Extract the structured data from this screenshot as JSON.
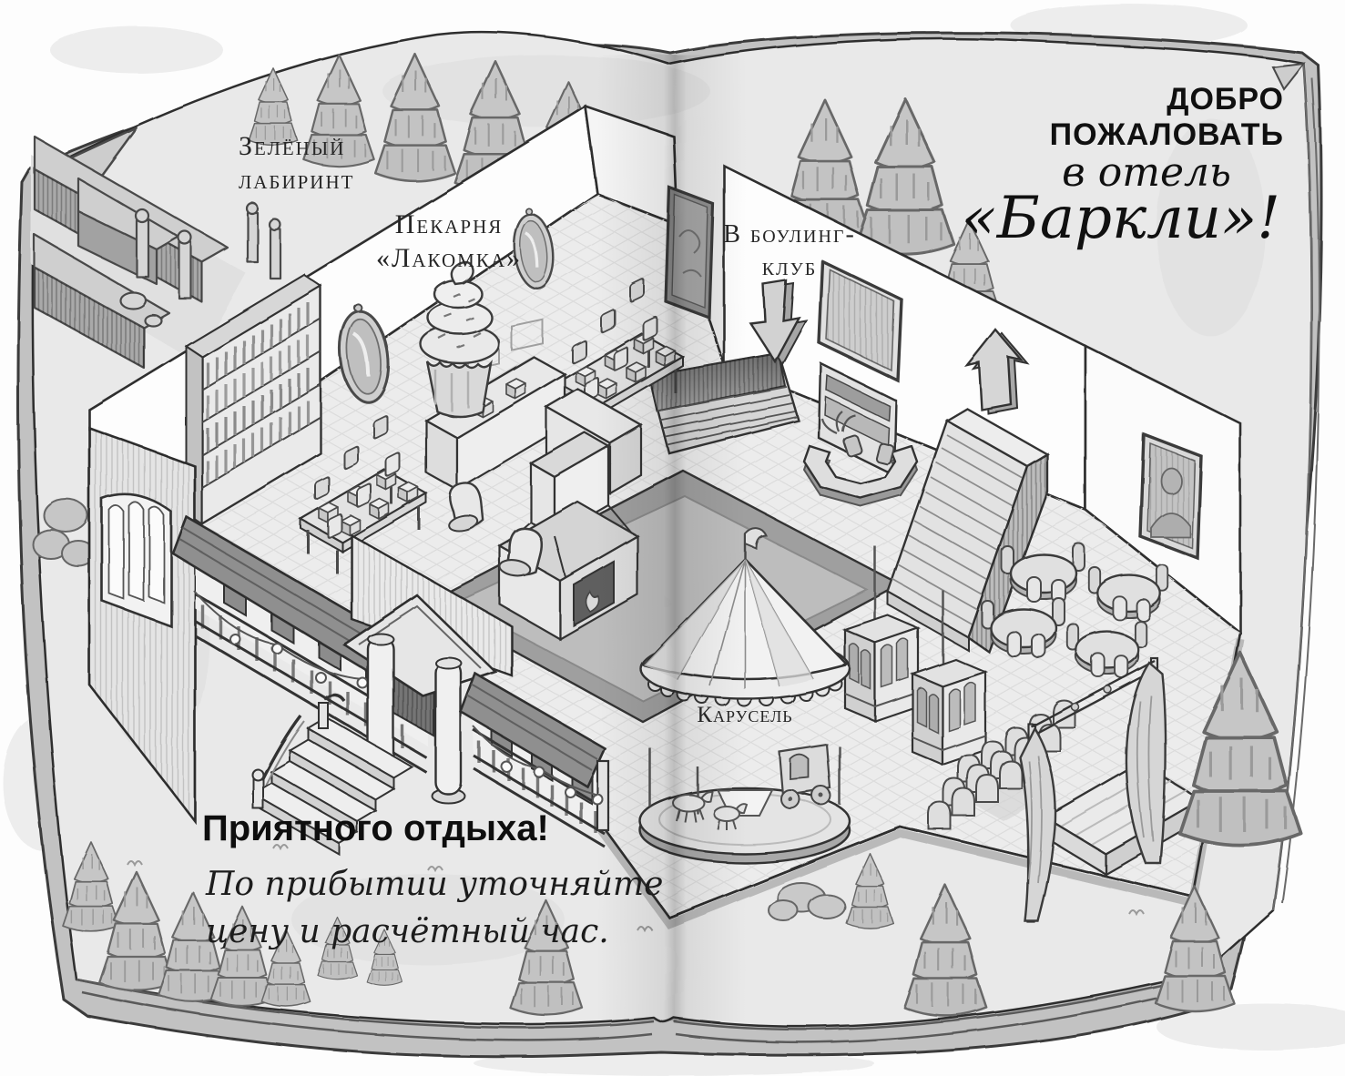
{
  "illustration": {
    "welcome_banner": {
      "line1": "ДОБРО ПОЖАЛОВАТЬ",
      "line2": "в отель",
      "line3": "«Баркли»!"
    },
    "labels": {
      "maze_line1": "Зелёный",
      "maze_line2": "лабиринт",
      "bakery_line1": "Пекарня",
      "bakery_line2": "«Лакомка»",
      "bowling_line1": "В боулинг-",
      "bowling_line2": "клуб",
      "carousel": "Карусель"
    },
    "footer": {
      "headline": "Приятного отдыха!",
      "note_line1": "По прибытии уточняйте",
      "note_line2": "цену и расчётный час."
    }
  },
  "icons": {
    "to_bowling_arrow": "arrow-down",
    "to_upper_floor_arrow": "arrow-up",
    "carousel_flag": "flag"
  },
  "colors": {
    "ink": "#2e2e2e",
    "paper": "#e9e9e9",
    "wall_white": "#fdfdfd",
    "floor": "#ececec",
    "rug_dark": "#9f9f9f",
    "awning_dark": "#8f8f8f",
    "tree_gray": "#c3c3c3"
  }
}
